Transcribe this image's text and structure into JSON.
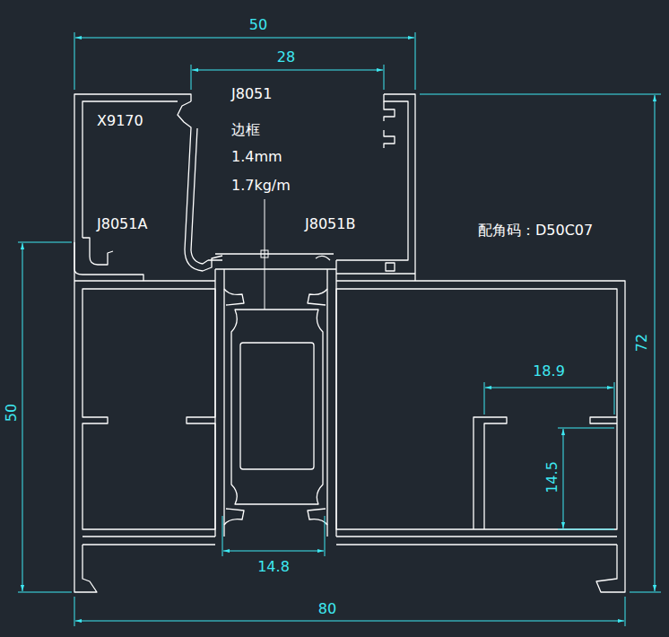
{
  "diagram": {
    "labels": [
      "50",
      "28",
      "J8051",
      "边框",
      "1.4mm",
      "1.7kg/m",
      "X9170",
      "J8051A",
      "J8051B",
      "配角码：D50C07",
      "72",
      "50",
      "18.9",
      "14.5",
      "14.8",
      "80"
    ]
  }
}
